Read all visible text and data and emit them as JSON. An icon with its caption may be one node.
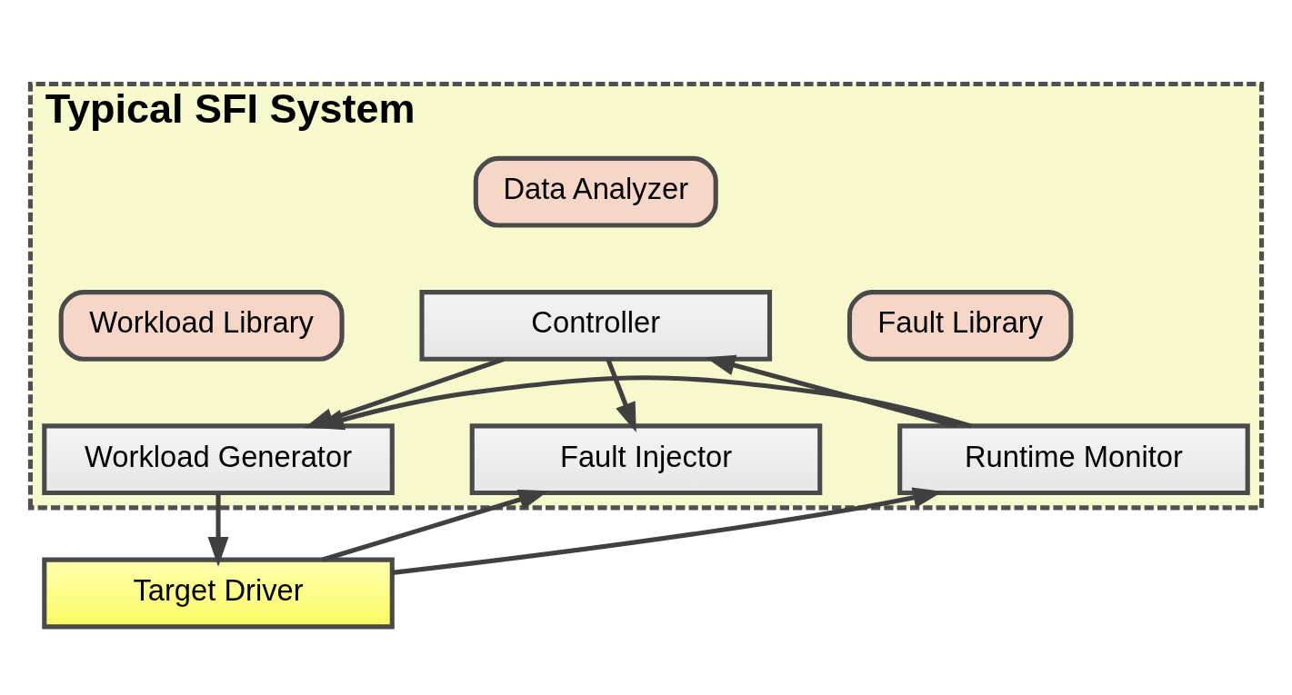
{
  "diagram": {
    "nodes": [
      {
        "text": [
          "Typical SFI System"
        ]
      },
      {
        "text": [
          "Data Analyzer"
        ],
        "in": 0
      },
      {
        "text": [
          "Controller"
        ],
        "in": 0
      },
      {
        "text": [
          "Fault Library"
        ],
        "in": 0
      },
      {
        "text": [
          "Workload Library"
        ],
        "in": 0
      },
      {
        "text": [
          "Fault Injector"
        ],
        "in": 0
      },
      {
        "text": [
          "Workload Generator"
        ],
        "in": 0
      },
      {
        "text": [
          "Runtime Monitor"
        ],
        "in": 0
      },
      {
        "text": [
          "Target Driver"
        ]
      }
    ],
    "edges": [
      {
        "from": 2,
        "to": 5,
        "arrow": "to"
      },
      {
        "from": 2,
        "to": 6,
        "arrow": "to"
      },
      {
        "from": 7,
        "to": 2,
        "arrow": "to"
      },
      {
        "from": 7,
        "to": 6,
        "arrow": "to"
      },
      {
        "from": 6,
        "to": 8,
        "arrow": "to"
      },
      {
        "from": 8,
        "to": 5,
        "arrow": "to"
      },
      {
        "from": 8,
        "to": 7,
        "arrow": "to"
      }
    ]
  }
}
